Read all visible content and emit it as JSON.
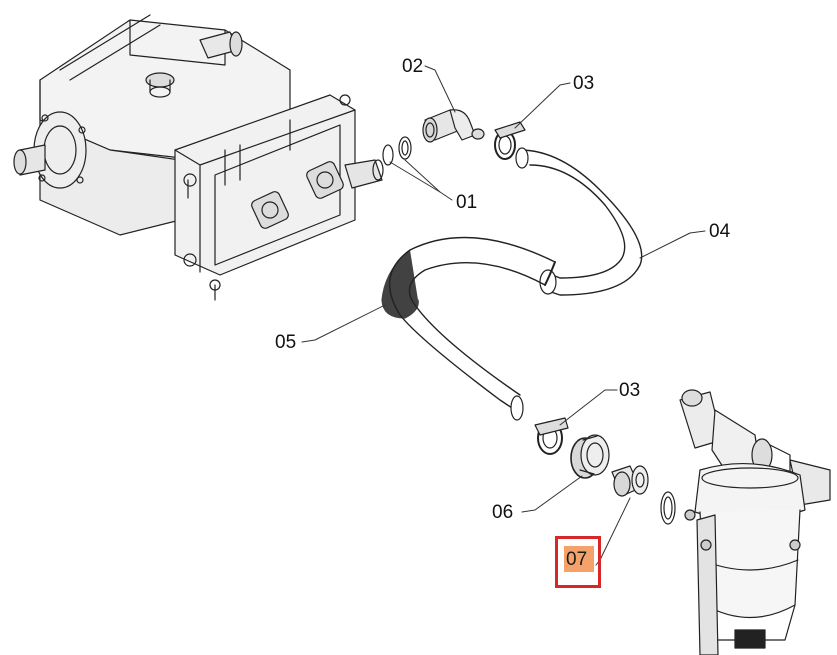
{
  "diagram": {
    "callouts": [
      {
        "id": "c01",
        "label": "01"
      },
      {
        "id": "c02",
        "label": "02"
      },
      {
        "id": "c03a",
        "label": "03"
      },
      {
        "id": "c03b",
        "label": "03"
      },
      {
        "id": "c04",
        "label": "04"
      },
      {
        "id": "c05",
        "label": "05"
      },
      {
        "id": "c06",
        "label": "06"
      },
      {
        "id": "c07",
        "label": "07"
      }
    ],
    "highlighted": {
      "label": "07",
      "box_color": "#d62828",
      "fill_color": "#f4a26a"
    }
  }
}
